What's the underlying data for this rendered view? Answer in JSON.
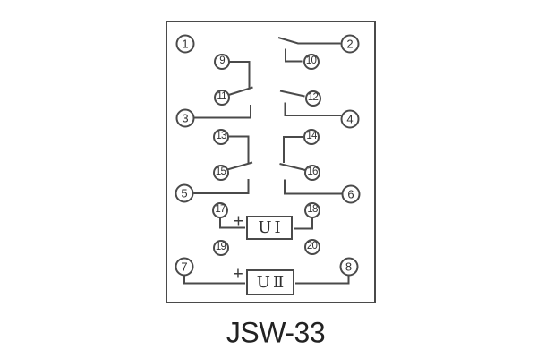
{
  "diagram_title": "JSW-33",
  "plus_sign": "+",
  "windings": {
    "u1": "UⅠ",
    "u2": "UⅡ"
  },
  "terminals": [
    "1",
    "2",
    "3",
    "4",
    "5",
    "6",
    "7",
    "8",
    "9",
    "10",
    "11",
    "12",
    "13",
    "14",
    "15",
    "16",
    "17",
    "18",
    "19",
    "20"
  ]
}
